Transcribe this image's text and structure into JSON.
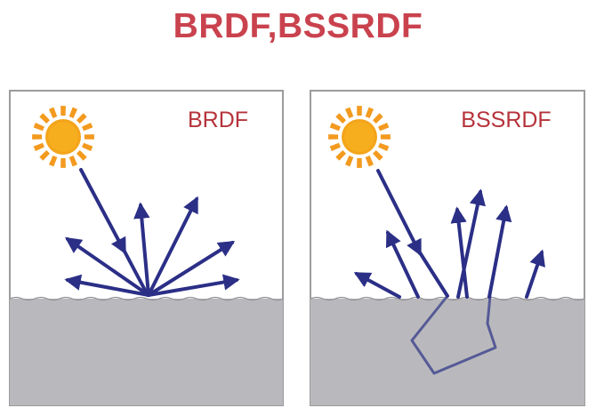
{
  "title": "BRDF,BSSRDF",
  "panels": [
    {
      "label": "BRDF"
    },
    {
      "label": "BSSRDF"
    }
  ],
  "colors": {
    "title": "#c9424e",
    "label": "#b6333b",
    "ray": "#2b2f86",
    "subsurface": "#555a96",
    "ground": "#b9b9bd",
    "panel_border": "#9c9c9c",
    "sun_core": "#f4a41a",
    "sun_ray": "#f39a1f"
  },
  "icons": [
    "sun-icon",
    "arrow-icon"
  ]
}
